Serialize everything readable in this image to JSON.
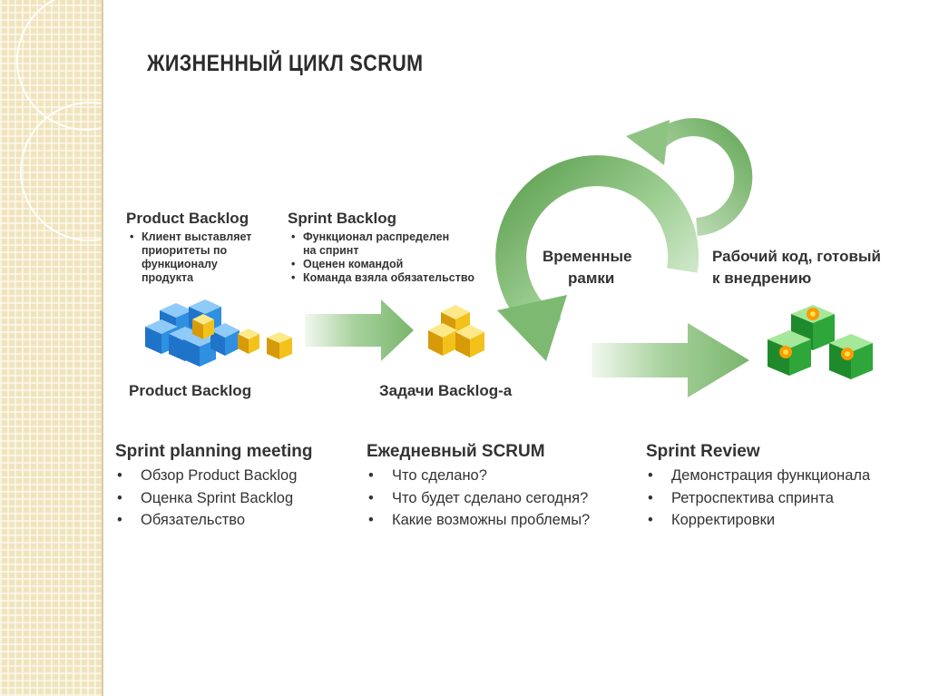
{
  "title": "ЖИЗНЕННЫЙ ЦИКЛ SCRUM",
  "product_backlog": {
    "heading": "Product Backlog",
    "items": [
      "Клиент выставляет",
      "приоритеты по",
      "функционалу",
      "продукта"
    ],
    "caption": "Product Backlog"
  },
  "sprint_backlog": {
    "heading": "Sprint Backlog",
    "items": [
      "Функционал распределен",
      "на спринт",
      "Оценен командой",
      "Команда взяла обязательство"
    ],
    "caption": "Задачи Backlog-a"
  },
  "timebox": {
    "line1": "Временные",
    "line2": "рамки"
  },
  "result": {
    "line1": "Рабочий код, готовый",
    "line2": "к внедрению"
  },
  "sprint_planning": {
    "heading": "Sprint planning meeting",
    "items": [
      "Обзор Product Backlog",
      "Оценка Sprint Backlog",
      "Обязательство"
    ]
  },
  "daily_scrum": {
    "heading": "Ежедневный SCRUM",
    "items": [
      "Что сделано?",
      "Что будет сделано сегодня?",
      "Какие возможны проблемы?"
    ]
  },
  "sprint_review": {
    "heading": "Sprint Review",
    "items": [
      "Демонстрация функционала",
      "Ретроспектива спринта",
      "Корректировки"
    ]
  },
  "colors": {
    "sidebar": "#f1e4bd",
    "arrow_green": "#8fc383",
    "cube_blue": "#2f8fe0",
    "cube_yellow": "#f2c21a",
    "cube_green": "#2ea63a"
  }
}
